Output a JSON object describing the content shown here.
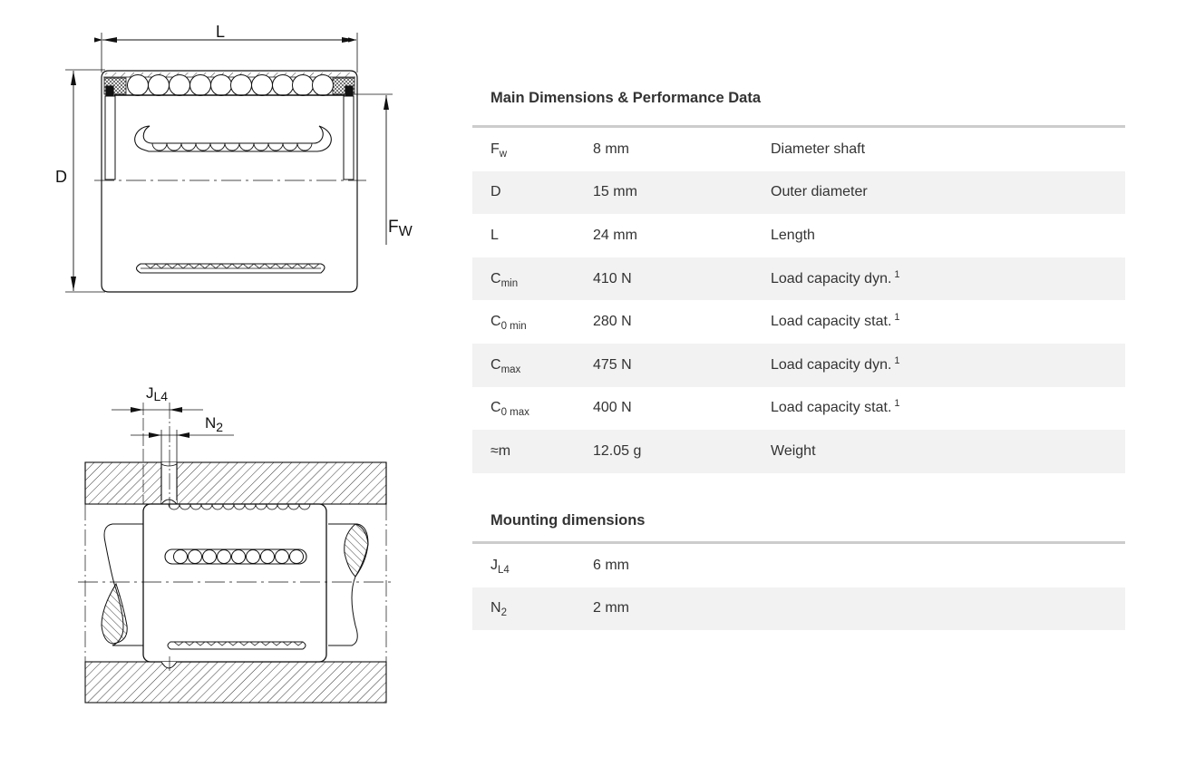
{
  "drawings": {
    "top": {
      "labels": {
        "length": "L",
        "diameter": "D",
        "shaft_main": "F",
        "shaft_sub": "W"
      }
    },
    "bottom": {
      "labels": {
        "jl4_main": "J",
        "jl4_sub": "L4",
        "n2_main": "N",
        "n2_sub": "2"
      }
    }
  },
  "main_dimensions": {
    "title": "Main Dimensions & Performance Data",
    "rows": [
      {
        "symbol": "F",
        "sub": "w",
        "value": "8 mm",
        "description": "Diameter shaft",
        "footnote": ""
      },
      {
        "symbol": "D",
        "sub": "",
        "value": "15 mm",
        "description": "Outer diameter",
        "footnote": ""
      },
      {
        "symbol": "L",
        "sub": "",
        "value": "24 mm",
        "description": "Length",
        "footnote": ""
      },
      {
        "symbol": "C",
        "sub": "min",
        "value": "410 N",
        "description": "Load capacity dyn.",
        "footnote": "1"
      },
      {
        "symbol": "C",
        "sub": "0 min",
        "value": "280 N",
        "description": "Load capacity stat.",
        "footnote": "1"
      },
      {
        "symbol": "C",
        "sub": "max",
        "value": "475 N",
        "description": "Load capacity dyn.",
        "footnote": "1"
      },
      {
        "symbol": "C",
        "sub": "0 max",
        "value": "400 N",
        "description": "Load capacity stat.",
        "footnote": "1"
      },
      {
        "symbol": "≈m",
        "sub": "",
        "value": "12.05 g",
        "description": "Weight",
        "footnote": ""
      }
    ]
  },
  "mounting_dimensions": {
    "title": "Mounting dimensions",
    "rows": [
      {
        "symbol": "J",
        "sub": "L4",
        "value": "6 mm"
      },
      {
        "symbol": "N",
        "sub": "2",
        "value": "2 mm"
      }
    ]
  }
}
